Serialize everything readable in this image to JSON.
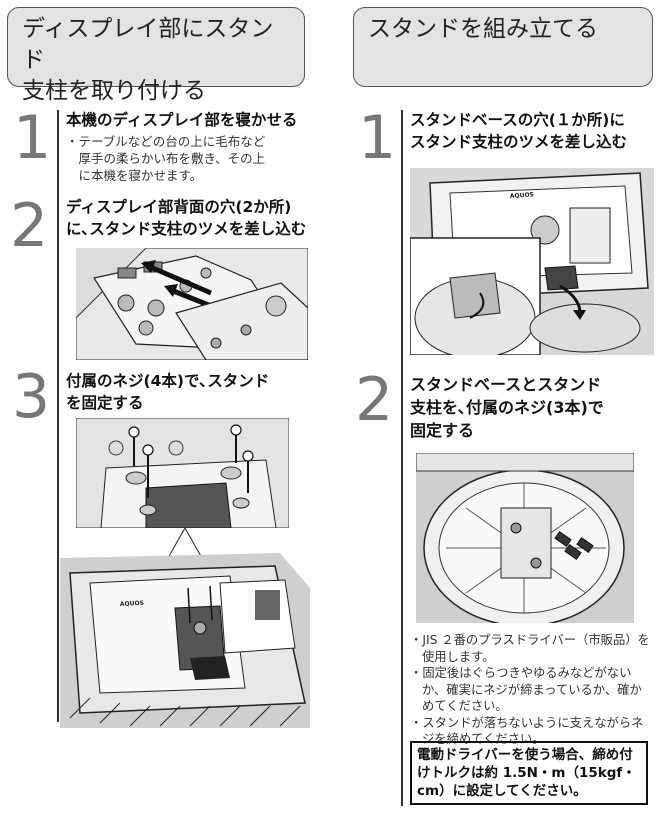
{
  "left_section": {
    "title": "ディスプレイ部にスタンド\n支柱を取り付ける",
    "steps": [
      {
        "number": "1",
        "title": "本機のディスプレイ部を寝かせる",
        "note": "・テーブルなどの台の上に毛布など\n　厚手の柔らかい布を敷き、その上\n　に本機を寝かせます。"
      },
      {
        "number": "2",
        "title": "ディスプレイ部背面の穴(2か所)\nに､スタンド支柱のツメを差し込む"
      },
      {
        "number": "3",
        "title": "付属のネジ(4本)で､スタンド\nを固定する"
      }
    ]
  },
  "right_section": {
    "title": "スタンドを組み立てる",
    "steps": [
      {
        "number": "1",
        "title": "スタンドベースの穴(１か所)に\nスタンド支柱のツメを差し込む"
      },
      {
        "number": "2",
        "title": "スタンドベースとスタンド\n支柱を､付属のネジ(3本)で\n固定する"
      }
    ],
    "notes": [
      "JIS ２番のプラスドライバー（市販品）を使用します。",
      "固定後はぐらつきやゆるみなどがないか、確実にネジが締まっているか、確かめてください。",
      "スタンドが落ちないように支えながらネジを締めてください。"
    ],
    "torque_note": "電動ドライバーを使う場合、締め付けトルクは約 1.5N・m（15kgf・cm）に設定してください。"
  },
  "illustration_labels": {
    "brand": "AQUOS"
  }
}
